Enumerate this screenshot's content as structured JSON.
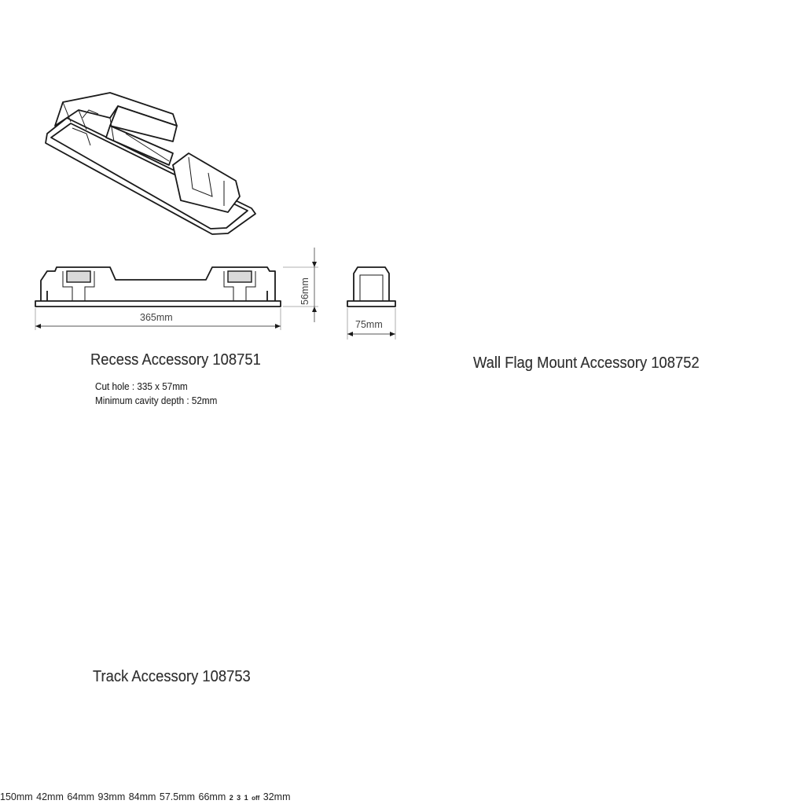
{
  "recess": {
    "title": "Recess Accessory 108751",
    "note_cut": "Cut hole : 335 x 57mm",
    "note_depth": "Minimum cavity depth : 52mm",
    "dim_length": "365mm",
    "dim_height": "56mm",
    "dim_width": "75mm"
  },
  "wall_flag": {
    "title": "Wall Flag Mount Accessory 108752",
    "dim_length": "150mm",
    "dim_width": "42mm",
    "dim_height": "64mm"
  },
  "track": {
    "title": "Track Accessory 108753",
    "dim_overall": "93mm",
    "dim_body": "84mm",
    "dim_height_inner": "57.5mm",
    "dim_height_overall": "66mm",
    "dim_width": "32mm",
    "knob_label_1": "1",
    "knob_label_2": "2",
    "knob_label_3": "3",
    "knob_label_off": "off"
  }
}
